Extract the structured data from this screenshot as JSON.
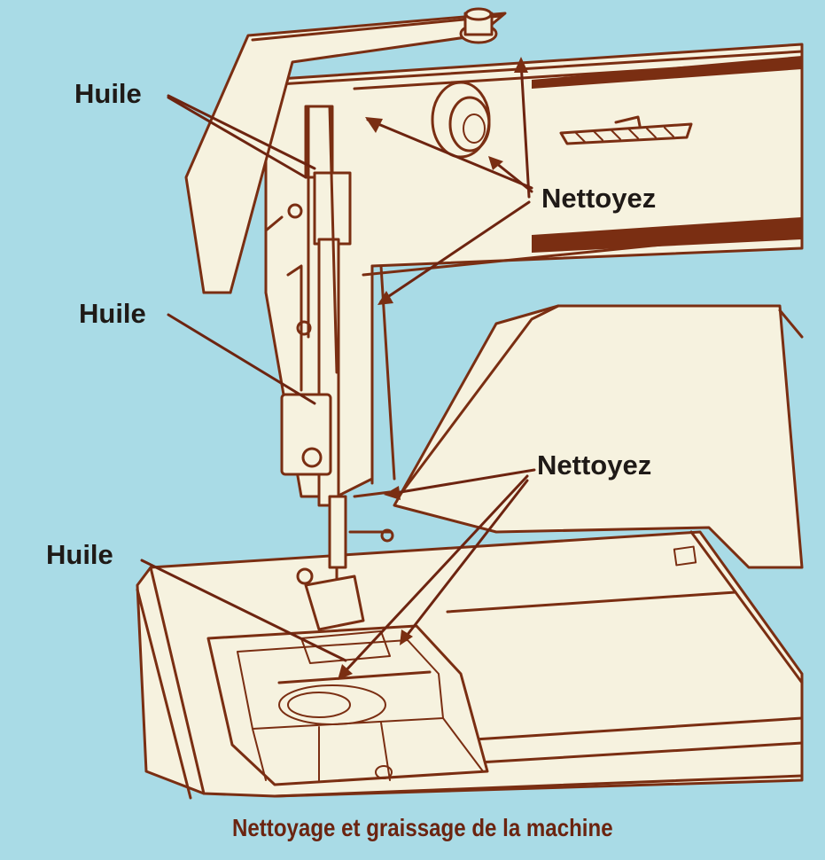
{
  "labels": {
    "oil_1": "Huile",
    "oil_2": "Huile",
    "oil_3": "Huile",
    "clean_1": "Nettoyez",
    "clean_2": "Nettoyez"
  },
  "caption": "Nettoyage et graissage de la machine",
  "colors": {
    "background": "#a9dbe6",
    "ink": "#7a2e12",
    "panel": "#f6f2df",
    "label_text": "#1f1a17",
    "caption_text": "#6b2410"
  }
}
